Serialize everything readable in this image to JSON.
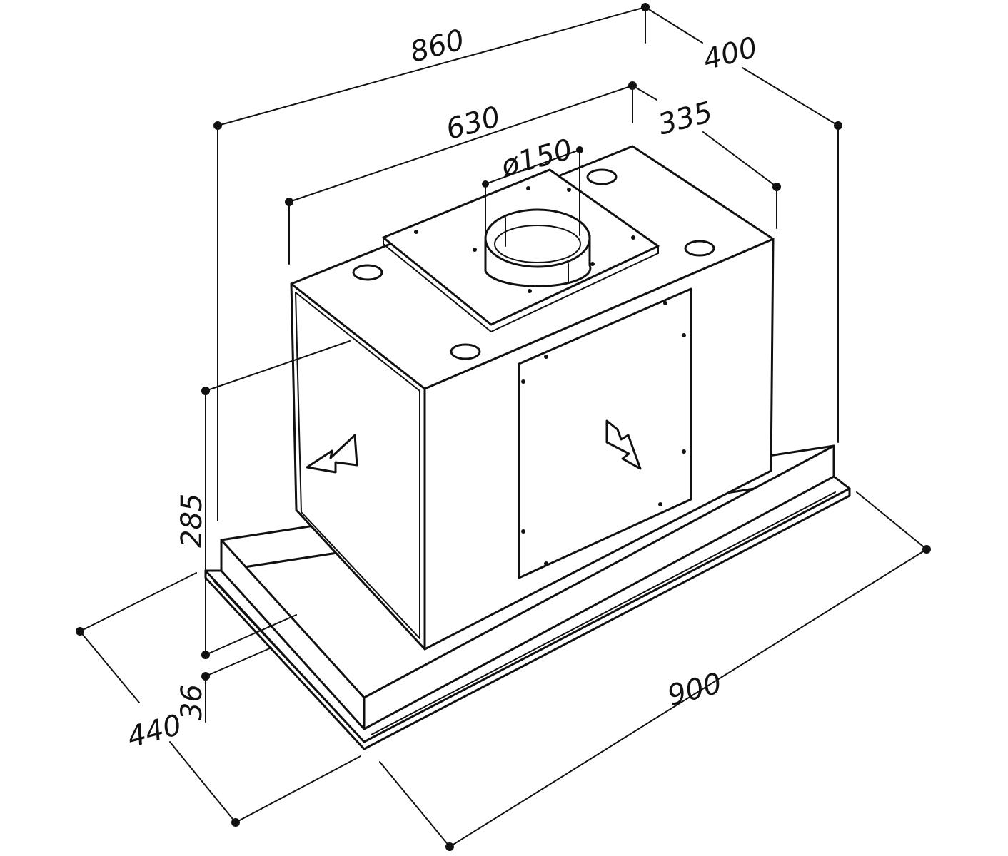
{
  "title": "",
  "dimensions": {
    "width_total": "860",
    "depth_total": "400",
    "width_body": "630",
    "depth_body": "335",
    "duct_diameter": "ø150",
    "height_body": "285",
    "height_frame": "36",
    "depth_frame": "440",
    "width_frame": "900"
  },
  "icons": {
    "left_arrow": "outlet-arrow-left",
    "right_arrow": "outlet-arrow-down-right"
  }
}
